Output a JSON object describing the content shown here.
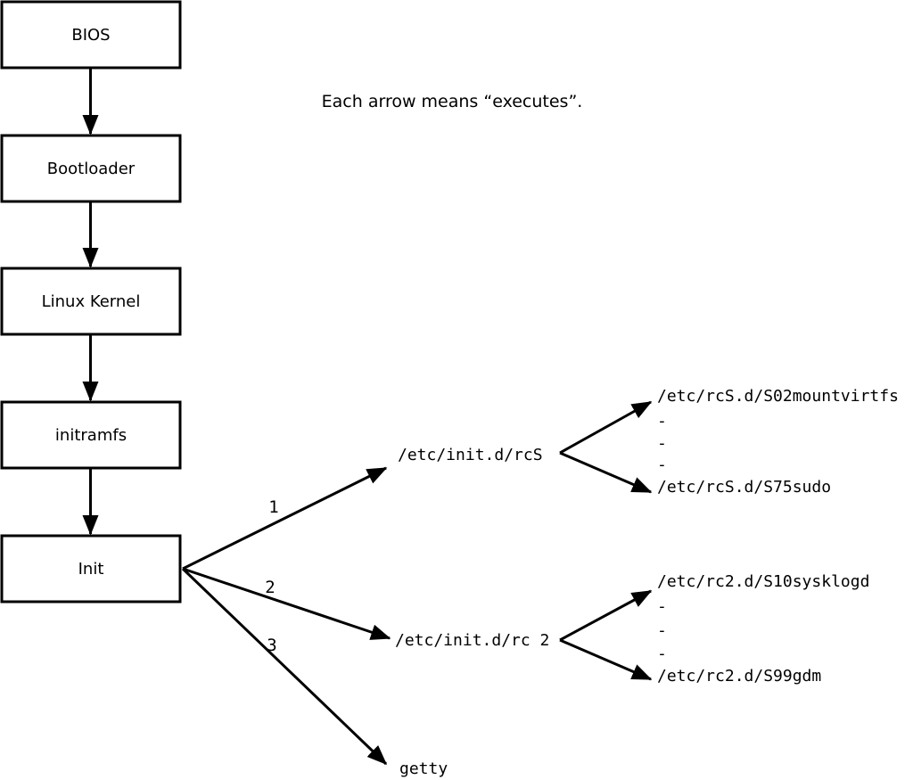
{
  "colors": {
    "background": "#ffffff",
    "line": "#000000",
    "text": "#000000"
  },
  "note": "Each arrow means “executes”.",
  "flow_boxes": [
    {
      "label": "BIOS"
    },
    {
      "label": "Bootloader"
    },
    {
      "label": "Linux Kernel"
    },
    {
      "label": "initramfs"
    },
    {
      "label": "Init"
    }
  ],
  "init_branches": [
    {
      "number": "1",
      "target": "/etc/init.d/rcS"
    },
    {
      "number": "2",
      "target": "/etc/init.d/rc 2"
    },
    {
      "number": "3",
      "target": "getty"
    }
  ],
  "rcS_dir": {
    "first": "/etc/rcS.d/S02mountvirtfs",
    "dash1": "-",
    "dash2": "-",
    "dash3": "-",
    "last": "/etc/rcS.d/S75sudo"
  },
  "rc2_dir": {
    "first": "/etc/rc2.d/S10sysklogd",
    "dash1": "-",
    "dash2": "-",
    "dash3": "-",
    "last": "/etc/rc2.d/S99gdm"
  }
}
